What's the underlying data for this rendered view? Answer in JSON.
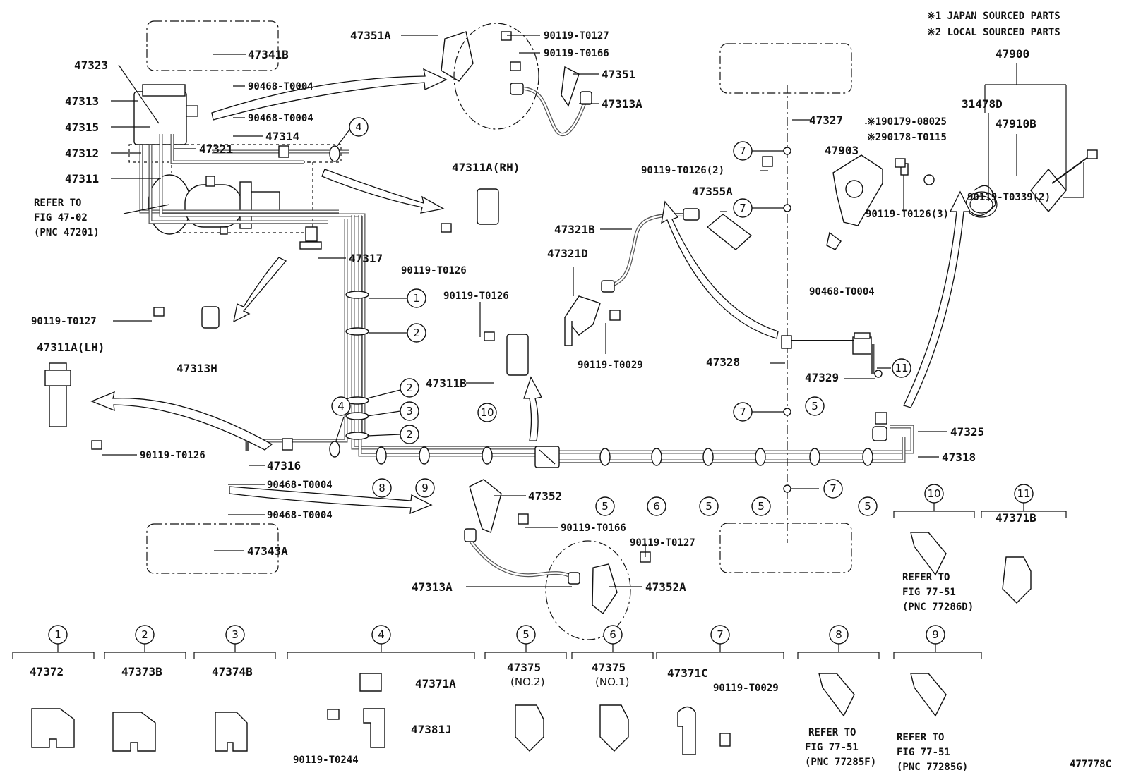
{
  "notes": {
    "note1": "※1 JAPAN SOURCED PARTS",
    "note2": "※2 LOCAL SOURCED PARTS"
  },
  "diagram_code": "477778C",
  "labels": {
    "l47341B": "47341B",
    "l47323": "47323",
    "l47313": "47313",
    "l47315": "47315",
    "l47312": "47312",
    "l47311": "47311",
    "l47321": "47321",
    "l47314": "47314",
    "l90468a": "90468-T0004",
    "l90468b": "90468-T0004",
    "refer_a1": "REFER TO",
    "refer_a2": "FIG 47-02",
    "refer_a3": "(PNC 47201)",
    "l47351A": "47351A",
    "l90119_T0127a": "90119-T0127",
    "l90119_T0166a": "90119-T0166",
    "l47351": "47351",
    "l47313A_top": "47313A",
    "l47311A_RH": "47311A(RH)",
    "l90119_T0126a": "90119-T0126",
    "l47317": "47317",
    "l90119_T0127b": "90119-T0127",
    "l47313H": "47313H",
    "l47311A_LH": "47311A(LH)",
    "l90119_T0126b": "90119-T0126",
    "l47316": "47316",
    "l90468c": "90468-T0004",
    "l90468d": "90468-T0004",
    "l47343A": "47343A",
    "l90119_T0126c": "90119-T0126",
    "l47311B": "47311B",
    "l47321D": "47321D",
    "l90119_T0029a": "90119-T0029",
    "l47321B": "47321B",
    "l47355A": "47355A",
    "l90119_T0126_2": "90119-T0126(2)",
    "l47327": "47327",
    "l190179": "※190179-08025",
    "l290178": "※290178-T0115",
    "l47903": "47903",
    "l31478D": "31478D",
    "l47900": "47900",
    "l47910B": "47910B",
    "l90119_T0126_3": "90119-T0126(3)",
    "l90119_T0339_2": "90119-T0339(2)",
    "l90468e": "90468-T0004",
    "l47328": "47328",
    "l47329": "47329",
    "l47325": "47325",
    "l47318": "47318",
    "l47352": "47352",
    "l90119_T0166b": "90119-T0166",
    "l90119_T0127c": "90119-T0127",
    "l47313A_bot": "47313A",
    "l47352A": "47352A",
    "l47371B": "47371B",
    "refer_10_1": "REFER TO",
    "refer_10_2": "FIG 77-51",
    "refer_10_3": "(PNC 77286D)"
  },
  "callout_numbers": {
    "c1": "1",
    "c2": "2",
    "c2b": "2",
    "c3": "3",
    "c2c": "2",
    "c4a": "4",
    "c4b": "4",
    "c8": "8",
    "c9": "9",
    "c10": "10",
    "c5a": "5",
    "c6": "6",
    "c5b": "5",
    "c5c": "5",
    "c5d": "5",
    "c5e": "5",
    "c7a": "7",
    "c7b": "7",
    "c7c": "7",
    "c7d": "7",
    "c11": "11",
    "k10": "10",
    "k11": "11"
  },
  "legend": [
    {
      "num": "1",
      "part": "47372"
    },
    {
      "num": "2",
      "part": "47373B"
    },
    {
      "num": "3",
      "part": "47374B"
    },
    {
      "num": "4",
      "part": "",
      "sub1": "47371A",
      "sub2": "47381J",
      "sub3": "90119-T0244"
    },
    {
      "num": "5",
      "part": "47375",
      "sub1": "(NO.2)"
    },
    {
      "num": "6",
      "part": "47375",
      "sub1": "(NO.1)"
    },
    {
      "num": "7",
      "part": "47371C",
      "sub1": "90119-T0029"
    },
    {
      "num": "8",
      "part": "",
      "sub1": "REFER TO",
      "sub2": "FIG 77-51",
      "sub3": "(PNC 77285F)"
    },
    {
      "num": "9",
      "part": "",
      "sub1": "REFER TO",
      "sub2": "FIG 77-51",
      "sub3": "(PNC 77285G)"
    }
  ]
}
